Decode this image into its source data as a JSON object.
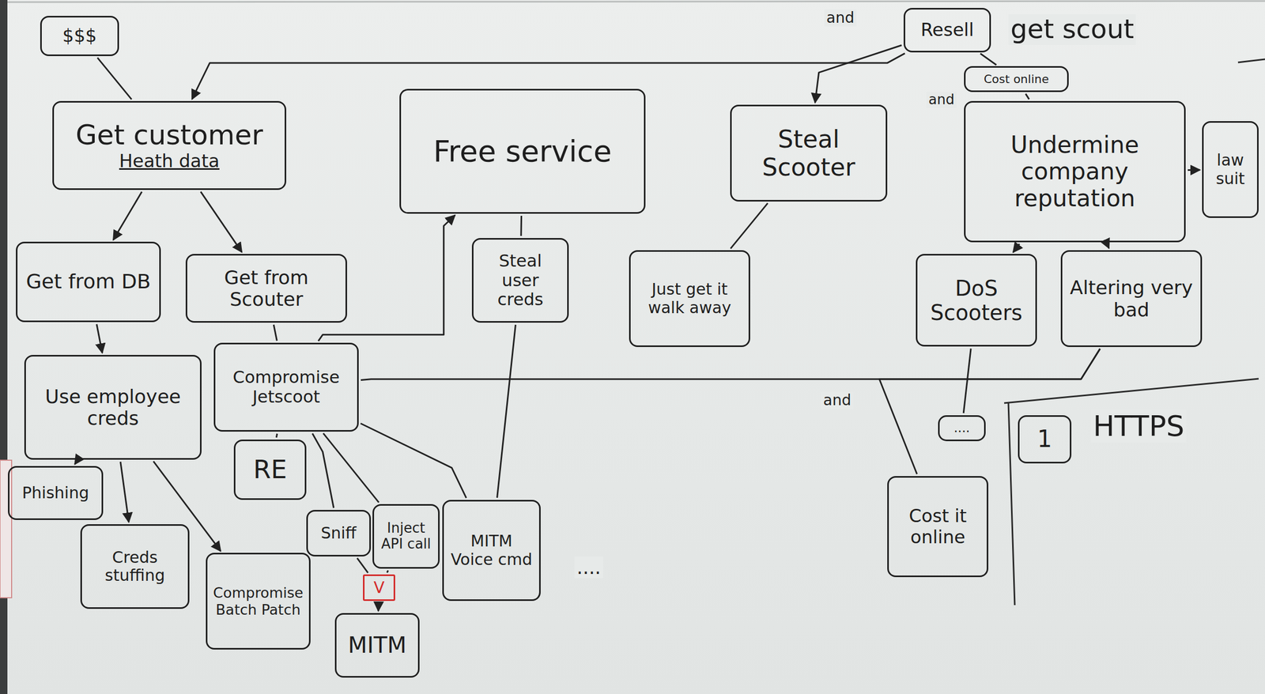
{
  "diagram": {
    "nodes": [
      {
        "text": [
          "$$$"
        ]
      },
      {
        "text": [
          "Resell"
        ]
      },
      {
        "text": [
          "Cost online"
        ]
      },
      {
        "text": [
          "Get customer",
          "Heath data"
        ]
      },
      {
        "text": [
          "Free service"
        ]
      },
      {
        "text": [
          "Steal Scooter"
        ]
      },
      {
        "text": [
          "Undermine company reputation"
        ]
      },
      {
        "text": [
          "law suit"
        ]
      },
      {
        "text": [
          "Get from DB"
        ]
      },
      {
        "text": [
          "Get from Scouter"
        ]
      },
      {
        "text": [
          "Steal user creds"
        ]
      },
      {
        "text": [
          "Just get it walk away"
        ]
      },
      {
        "text": [
          "DoS Scooters"
        ]
      },
      {
        "text": [
          "Altering very bad"
        ]
      },
      {
        "text": [
          "Use employee creds"
        ]
      },
      {
        "text": [
          "Compromise Jetscoot"
        ]
      },
      {
        "text": [
          "...."
        ]
      },
      {
        "text": [
          "1"
        ]
      },
      {
        "text": [
          "RE"
        ]
      },
      {
        "text": [
          "Phishing"
        ]
      },
      {
        "text": [
          "Sniff"
        ]
      },
      {
        "text": [
          "Inject API call"
        ]
      },
      {
        "text": [
          "MITM Voice cmd"
        ]
      },
      {
        "text": [
          "Cost it online"
        ]
      },
      {
        "text": [
          "Creds stuffing"
        ]
      },
      {
        "text": [
          "Compromise Batch Patch"
        ]
      },
      {
        "text": [
          "V"
        ]
      },
      {
        "text": [
          "MITM"
        ]
      }
    ],
    "edges": [
      {
        "from": 1,
        "to": 3,
        "arrow": "to"
      },
      {
        "from": 0,
        "to": 3,
        "arrow": "none"
      },
      {
        "from": 1,
        "to": 5,
        "arrow": "to"
      },
      {
        "from": 1,
        "to": 2,
        "arrow": "none"
      },
      {
        "from": 2,
        "to": 6,
        "arrow": "none"
      },
      {
        "from": 3,
        "to": 8,
        "arrow": "to"
      },
      {
        "from": 3,
        "to": 9,
        "arrow": "to"
      },
      {
        "from": 4,
        "to": 10,
        "arrow": "none"
      },
      {
        "from": 5,
        "to": 11,
        "arrow": "none"
      },
      {
        "from": 6,
        "to": 7,
        "arrow": "to"
      },
      {
        "from": 6,
        "to": 12,
        "arrow": "to"
      },
      {
        "from": 6,
        "to": 13,
        "arrow": "to"
      },
      {
        "from": 8,
        "to": 14,
        "arrow": "to"
      },
      {
        "from": 9,
        "to": 15,
        "arrow": "none"
      },
      {
        "from": 15,
        "to": 4,
        "arrow": "to"
      },
      {
        "from": 13,
        "to": 15,
        "arrow": "none"
      },
      {
        "from": 13,
        "to": 23,
        "arrow": "none"
      },
      {
        "from": 12,
        "to": 16,
        "arrow": "none"
      },
      {
        "from": 14,
        "to": 19,
        "arrow": "to"
      },
      {
        "from": 14,
        "to": 24,
        "arrow": "to"
      },
      {
        "from": 14,
        "to": 25,
        "arrow": "to"
      },
      {
        "from": 15,
        "to": 18,
        "arrow": "none"
      },
      {
        "from": 15,
        "to": 20,
        "arrow": "none"
      },
      {
        "from": 15,
        "to": 21,
        "arrow": "none"
      },
      {
        "from": 15,
        "to": 22,
        "arrow": "none"
      },
      {
        "from": 10,
        "to": 22,
        "arrow": "none"
      },
      {
        "from": 20,
        "to": 26,
        "arrow": "none"
      },
      {
        "from": 21,
        "to": 26,
        "arrow": "none"
      },
      {
        "from": 26,
        "to": 27,
        "arrow": "to"
      }
    ],
    "labels": [
      "and",
      "get scout",
      "and",
      "and",
      "HTTPS",
      "...."
    ]
  }
}
